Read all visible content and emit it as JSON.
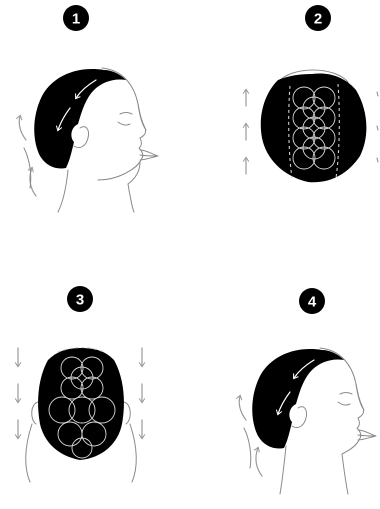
{
  "steps": [
    {
      "number": "1",
      "view": "side-left"
    },
    {
      "number": "2",
      "view": "back"
    },
    {
      "number": "3",
      "view": "back"
    },
    {
      "number": "4",
      "view": "side-left"
    }
  ],
  "colors": {
    "hair": "#000000",
    "outline": "#8a8a8a",
    "arrows": "#9a9a9a",
    "guide": "#d8d8d8",
    "background": "#ffffff"
  },
  "icons": [
    "curved-arrow-icon",
    "up-arrow-icon",
    "down-arrow-icon",
    "circle-pattern",
    "dashed-part-line"
  ]
}
